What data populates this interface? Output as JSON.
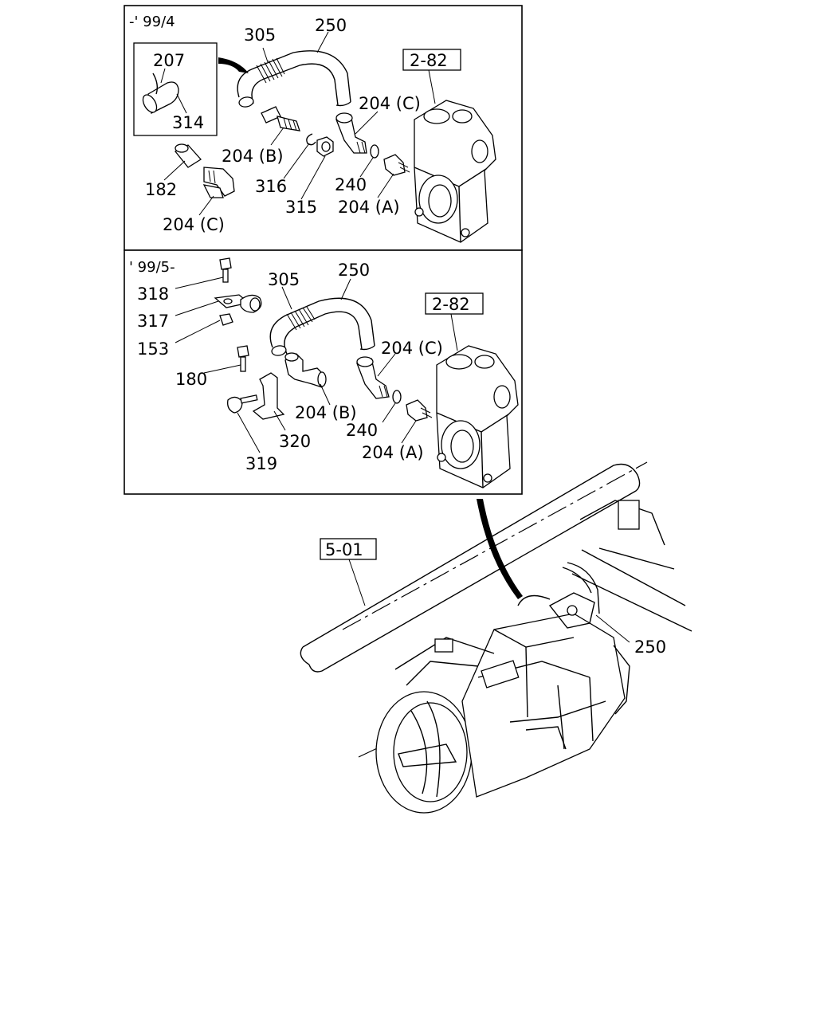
{
  "panels": {
    "top": {
      "header": "-' 99/4",
      "labels": {
        "p305": "305",
        "p250": "250",
        "p207": "207",
        "p314": "314",
        "p204c_a": "204 (C)",
        "p204b": "204 (B)",
        "p316": "316",
        "p315": "315",
        "p240": "240",
        "p204a": "204 (A)",
        "p182": "182",
        "p204c_b": "204 (C)",
        "ref": "2-82"
      }
    },
    "bottom": {
      "header": "' 99/5-",
      "labels": {
        "p318": "318",
        "p317": "317",
        "p153": "153",
        "p305": "305",
        "p250": "250",
        "p204c": "204 (C)",
        "p180": "180",
        "p204b": "204 (B)",
        "p240": "240",
        "p320": "320",
        "p204a": "204 (A)",
        "p319": "319",
        "ref": "2-82"
      }
    }
  },
  "main": {
    "ref": "5-01",
    "p250": "250"
  }
}
